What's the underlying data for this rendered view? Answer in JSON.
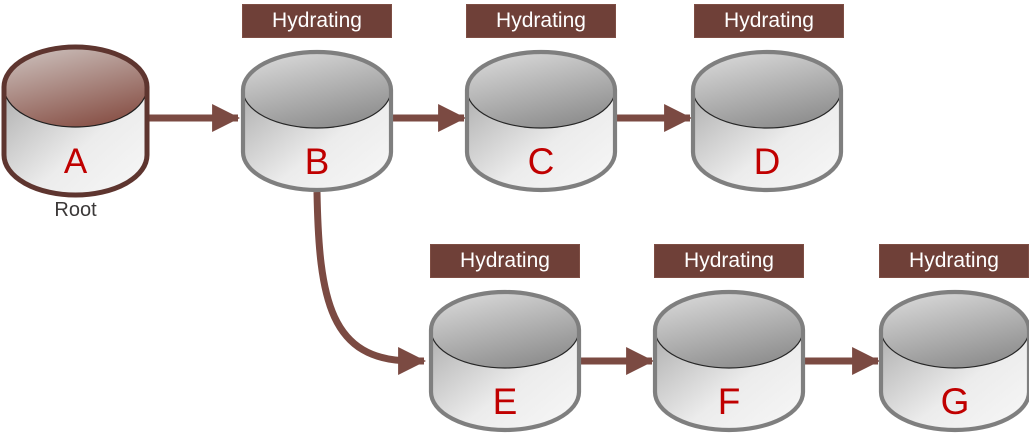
{
  "diagram": {
    "root_caption": "Root",
    "status_badge_label": "Hydrating",
    "nodes": [
      {
        "id": "A",
        "letter": "A",
        "caption": "Root",
        "status": "",
        "role": "root"
      },
      {
        "id": "B",
        "letter": "B",
        "status": "Hydrating",
        "role": "replica"
      },
      {
        "id": "C",
        "letter": "C",
        "status": "Hydrating",
        "role": "replica"
      },
      {
        "id": "D",
        "letter": "D",
        "status": "Hydrating",
        "role": "replica"
      },
      {
        "id": "E",
        "letter": "E",
        "status": "Hydrating",
        "role": "replica"
      },
      {
        "id": "F",
        "letter": "F",
        "status": "Hydrating",
        "role": "replica"
      },
      {
        "id": "G",
        "letter": "G",
        "status": "Hydrating",
        "role": "replica"
      }
    ],
    "edges": [
      {
        "from": "A",
        "to": "B"
      },
      {
        "from": "B",
        "to": "C"
      },
      {
        "from": "C",
        "to": "D"
      },
      {
        "from": "B",
        "to": "E"
      },
      {
        "from": "E",
        "to": "F"
      },
      {
        "from": "F",
        "to": "G"
      }
    ],
    "colors": {
      "badge_background": "#6F4038",
      "badge_text": "#FFFFFF",
      "arrow": "#7B4A42",
      "node_letter": "#C00000",
      "root_outline": "#5E352F",
      "replica_outline": "#7F7F7F",
      "caption_text": "#3B3838"
    }
  }
}
